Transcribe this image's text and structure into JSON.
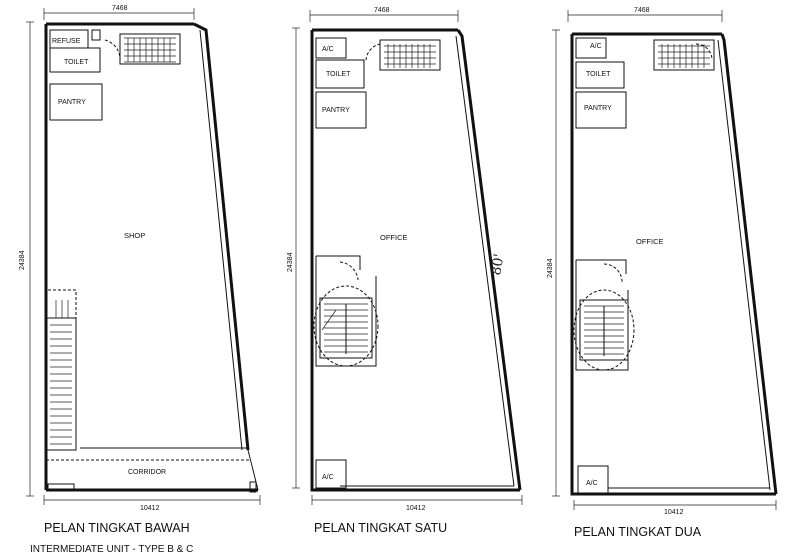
{
  "plans": [
    {
      "caption": "PELAN TINGKAT BAWAH",
      "width_top": "7468",
      "width_bottom": "10412",
      "depth": "24384",
      "rooms": {
        "refuse": "REFUSE",
        "toilet": "TOILET",
        "pantry": "PANTRY",
        "main": "SHOP",
        "corridor": "CORRIDOR"
      }
    },
    {
      "caption": "PELAN TINGKAT SATU",
      "width_top": "7468",
      "width_bottom": "10412",
      "depth": "24384",
      "rooms": {
        "ac_top": "A/C",
        "toilet": "TOILET",
        "pantry": "PANTRY",
        "main": "OFFICE",
        "ac_bottom": "A/C"
      }
    },
    {
      "caption": "PELAN TINGKAT DUA",
      "width_top": "7468",
      "width_bottom": "10412",
      "depth": "24384",
      "rooms": {
        "ac_top": "A/C",
        "toilet": "TOILET",
        "pantry": "PANTRY",
        "main": "OFFICE",
        "ac_bottom": "A/C"
      }
    }
  ],
  "annotation": "80'",
  "footer_text": "INTERMEDIATE UNIT - TYPE B & C"
}
